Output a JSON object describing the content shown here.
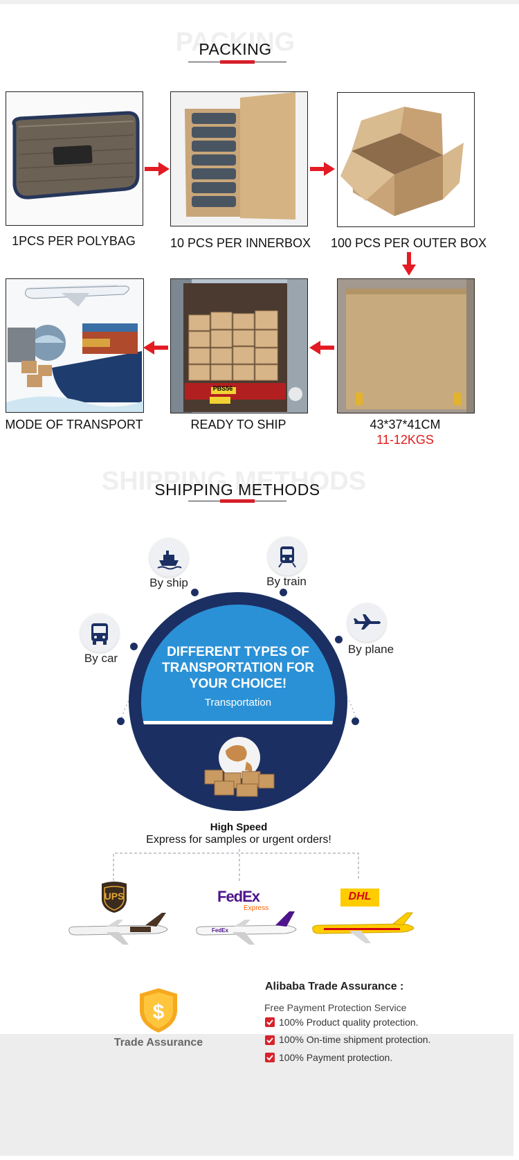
{
  "packing": {
    "ghost_title": "PACKING",
    "title": "PACKING",
    "steps": [
      {
        "name": "polybag",
        "caption": "1PCS PER POLYBAG"
      },
      {
        "name": "innerbox",
        "caption": "10 PCS PER INNERBOX"
      },
      {
        "name": "outerbox",
        "caption": "100 PCS PER OUTER BOX"
      },
      {
        "name": "carton",
        "caption": "43*37*41CM",
        "caption2": "11-12KGS"
      },
      {
        "name": "container",
        "caption": "READY TO SHIP"
      },
      {
        "name": "transport",
        "caption": "MODE OF TRANSPORT"
      }
    ],
    "container_plate": "PBS56"
  },
  "shipping": {
    "ghost_title": "SHIPPING METHODS",
    "title": "SHIPPING METHODS",
    "modes": [
      {
        "label": "By ship",
        "icon": "ship-icon"
      },
      {
        "label": "By train",
        "icon": "train-icon"
      },
      {
        "label": "By car",
        "icon": "bus-icon"
      },
      {
        "label": "By plane",
        "icon": "plane-icon"
      }
    ],
    "circle_heading_line1": "DIFFERENT TYPES OF",
    "circle_heading_line2": "TRANSPORTATION FOR",
    "circle_heading_line3": "YOUR CHOICE!",
    "circle_sub": "Transportation",
    "high_speed": "High Speed",
    "express_note": "Express for samples or urgent orders!",
    "carriers": [
      {
        "name": "UPS",
        "logo": "ups"
      },
      {
        "name": "FedEx",
        "sub": "Express"
      },
      {
        "name": "DHL"
      }
    ]
  },
  "assurance": {
    "badge_label": "Trade Assurance",
    "title": "Alibaba Trade Assurance :",
    "subtitle": "Free Payment Protection Service",
    "items": [
      "100% Product quality protection.",
      "100% On-time shipment protection.",
      "100% Payment protection."
    ]
  },
  "colors": {
    "accent_red": "#d71f2a",
    "navy": "#1b2f63",
    "circle_blue": "#2b91d6",
    "panel_gray": "#ededed"
  }
}
